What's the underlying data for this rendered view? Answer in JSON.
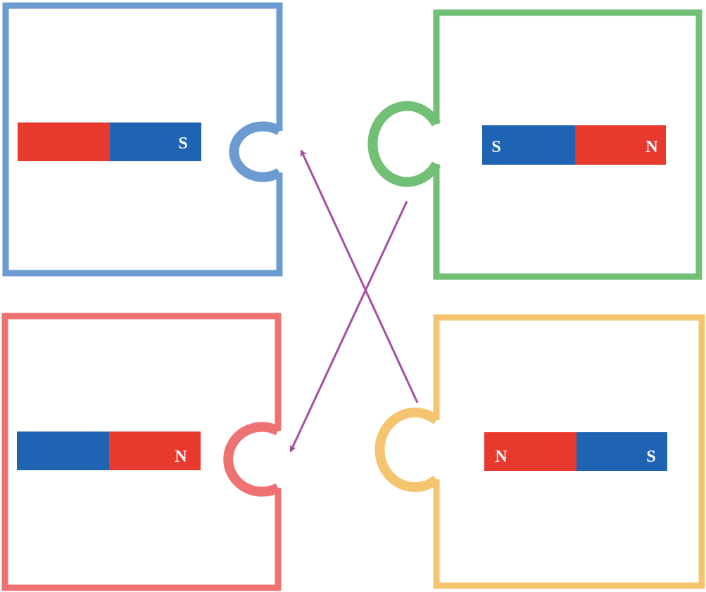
{
  "colors": {
    "pole_N": "#e8392f",
    "pole_S": "#1f64b3",
    "arrow": "#a64ea0",
    "label_text": "#ffffff"
  },
  "pieces": [
    {
      "id": "top-left",
      "border_color": "#6b9bd1",
      "connector": "socket-right",
      "magnet": {
        "left_pole": "N",
        "right_pole": "S",
        "left_label": "",
        "right_label": "S"
      }
    },
    {
      "id": "top-right",
      "border_color": "#72bf76",
      "connector": "knob-left",
      "magnet": {
        "left_pole": "S",
        "right_pole": "N",
        "left_label": "S",
        "right_label": "N"
      }
    },
    {
      "id": "bottom-left",
      "border_color": "#ef7273",
      "connector": "socket-right",
      "magnet": {
        "left_pole": "S",
        "right_pole": "N",
        "left_label": "",
        "right_label": "N"
      }
    },
    {
      "id": "bottom-right",
      "border_color": "#f4c46f",
      "connector": "knob-left",
      "magnet": {
        "left_pole": "N",
        "right_pole": "S",
        "left_label": "N",
        "right_label": "S"
      }
    }
  ],
  "arrows": [
    {
      "from": "bottom-right",
      "to": "top-left"
    },
    {
      "from": "top-right",
      "to": "bottom-left"
    }
  ]
}
